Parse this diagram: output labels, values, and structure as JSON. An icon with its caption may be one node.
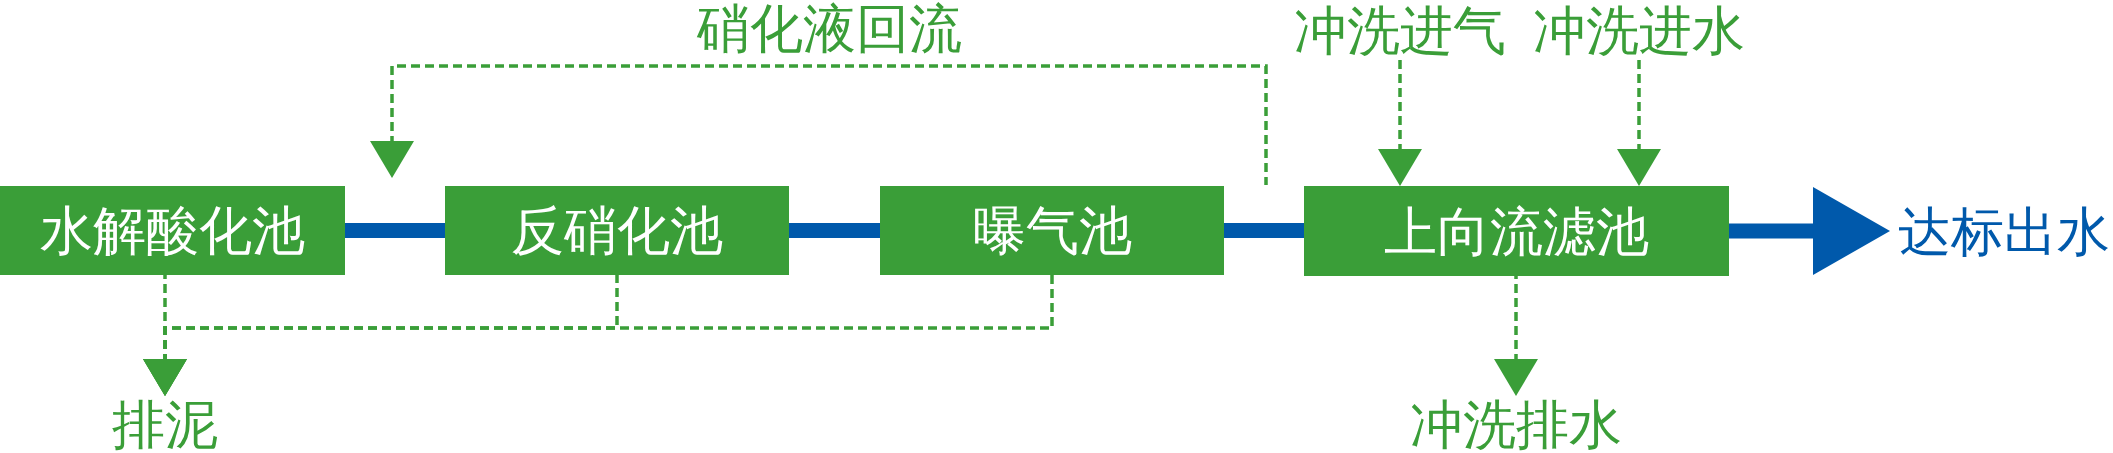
{
  "diagram": {
    "nodes": [
      {
        "text": [
          "水解酸化池"
        ]
      },
      {
        "text": [
          "反硝化池"
        ]
      },
      {
        "text": [
          "曝气池"
        ]
      },
      {
        "text": [
          "上向流滤池"
        ]
      },
      {
        "text": [
          "达标出水"
        ]
      },
      {
        "text": [
          "排泥"
        ]
      },
      {
        "text": [
          "冲洗进气"
        ]
      },
      {
        "text": [
          "冲洗进水"
        ]
      },
      {
        "text": [
          "冲洗排水"
        ]
      }
    ],
    "edges": [
      {
        "from": 0,
        "to": 1,
        "arrow": "none",
        "style": "thick",
        "color": "#0059ab"
      },
      {
        "from": 1,
        "to": 2,
        "arrow": "none",
        "style": "thick",
        "color": "#0059ab"
      },
      {
        "from": 2,
        "to": 3,
        "arrow": "none",
        "style": "thick",
        "color": "#0059ab"
      },
      {
        "from": 3,
        "to": 4,
        "arrow": "to",
        "style": "thick",
        "color": "#0059ab"
      },
      {
        "from": 2,
        "to": 1,
        "arrow": "to",
        "label": "硝化液回流",
        "style": "dashed"
      },
      {
        "from": 0,
        "to": 5,
        "arrow": "to",
        "style": "dashed"
      },
      {
        "from": 1,
        "to": 5,
        "arrow": "to",
        "style": "dashed"
      },
      {
        "from": 2,
        "to": 5,
        "arrow": "to",
        "style": "dashed"
      },
      {
        "from": 6,
        "to": 3,
        "arrow": "to",
        "style": "dashed"
      },
      {
        "from": 7,
        "to": 3,
        "arrow": "to",
        "style": "dashed"
      },
      {
        "from": 3,
        "to": 8,
        "arrow": "to",
        "style": "dashed"
      }
    ]
  }
}
